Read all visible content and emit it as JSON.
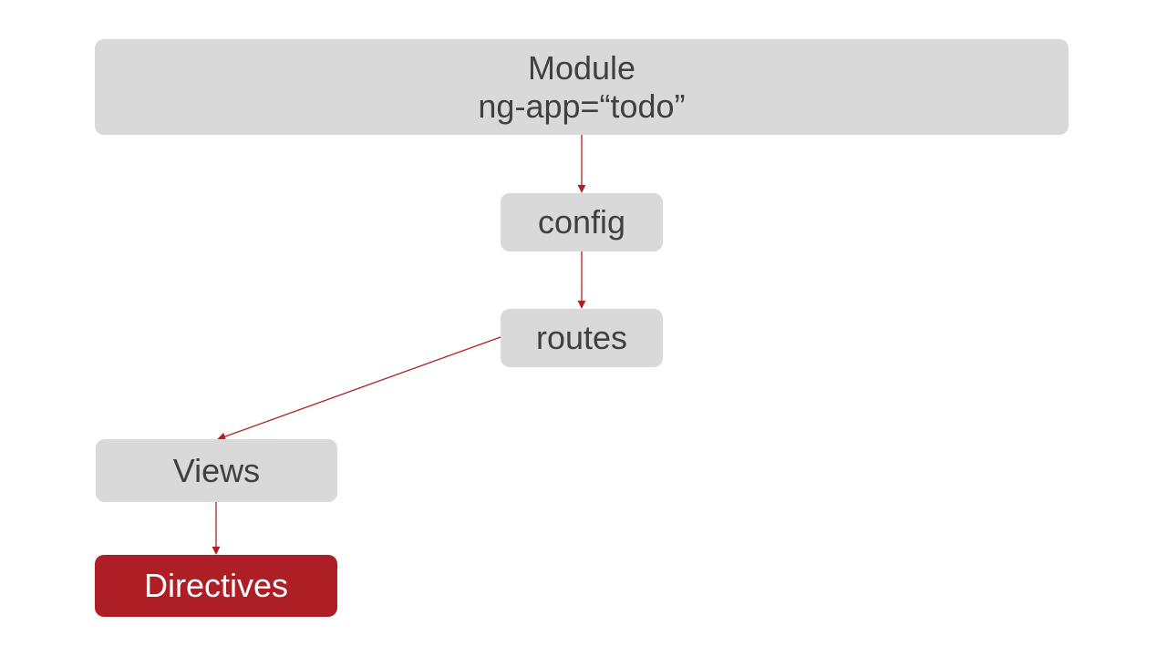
{
  "colors": {
    "node_fill": "#d9d9d9",
    "node_text": "#404040",
    "highlight_fill": "#ad1f25",
    "highlight_text": "#ffffff",
    "connector": "#ad1f25"
  },
  "nodes": {
    "module": {
      "line1": "Module",
      "line2": "ng-app=“todo”"
    },
    "config": {
      "label": "config"
    },
    "routes": {
      "label": "routes"
    },
    "views": {
      "label": "Views"
    },
    "directives": {
      "label": "Directives",
      "highlighted": true
    }
  },
  "edges": [
    {
      "from": "module",
      "to": "config"
    },
    {
      "from": "config",
      "to": "routes"
    },
    {
      "from": "routes",
      "to": "views"
    },
    {
      "from": "views",
      "to": "directives"
    }
  ]
}
